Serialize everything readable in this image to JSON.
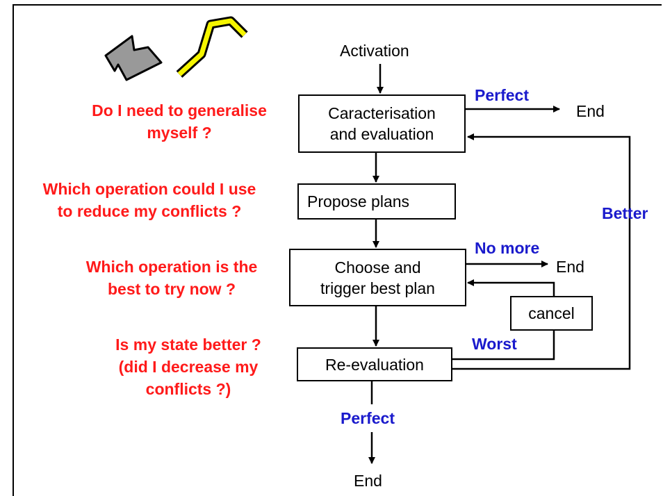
{
  "colors": {
    "question": "#ff1a1a",
    "flow_label": "#1a1acc",
    "line": "#000000",
    "road_fill": "#f5f500",
    "building_fill": "#999999"
  },
  "icons": {
    "building": "building-polygon-icon",
    "road": "road-line-icon"
  },
  "nodes": {
    "activation": "Activation",
    "caracterisation": "Caracterisation\nand evaluation",
    "propose": "Propose plans",
    "choose": "Choose and\ntrigger best plan",
    "cancel": "cancel",
    "reevaluation": "Re-evaluation",
    "end_top": "End",
    "end_middle": "End",
    "end_bottom": "End"
  },
  "labels": {
    "perfect_top": "Perfect",
    "better": "Better",
    "no_more": "No more",
    "worst": "Worst",
    "perfect_bottom": "Perfect"
  },
  "questions": {
    "q1": "Do I need to generalise\nmyself ?",
    "q2": "Which operation could I use\nto reduce my conflicts ?",
    "q3": "Which operation is the\nbest to try now ?",
    "q4": "Is my state better ?\n(did I decrease  my\nconflicts ?)"
  }
}
